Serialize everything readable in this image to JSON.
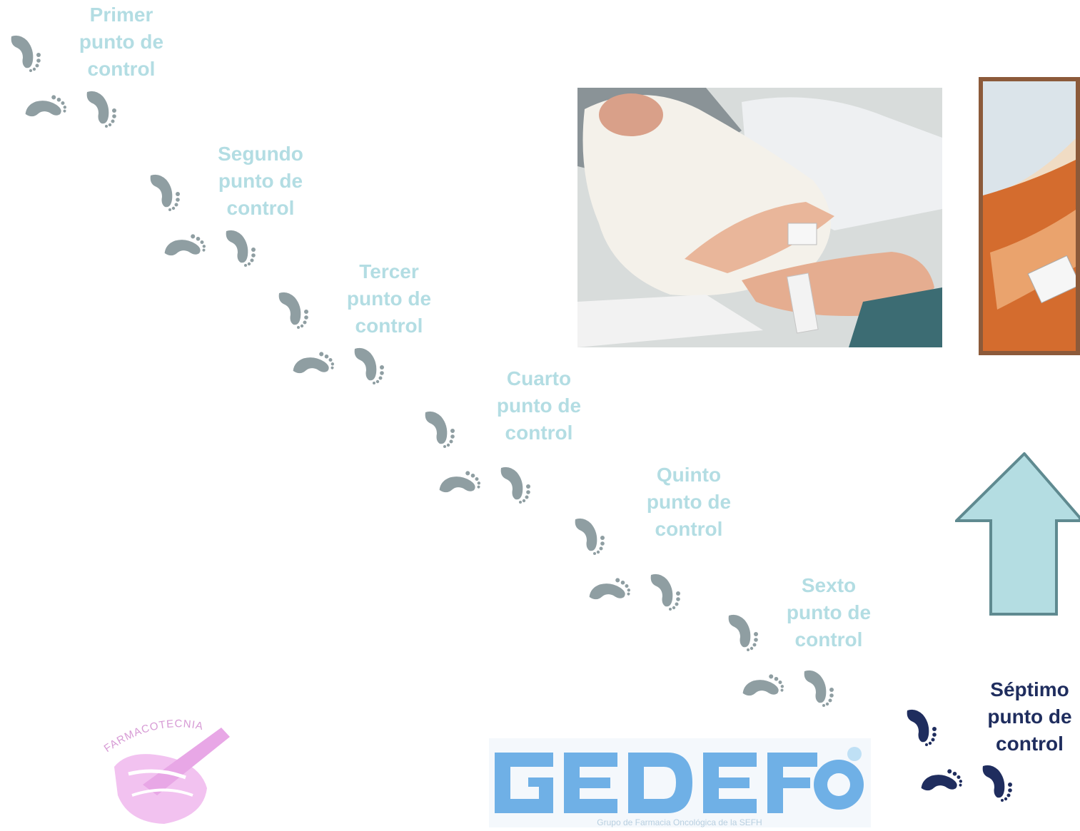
{
  "checkpoints": [
    {
      "id": "primer",
      "lines": [
        "Primer",
        "punto de",
        "control"
      ]
    },
    {
      "id": "segundo",
      "lines": [
        "Segundo",
        "punto de",
        "control"
      ]
    },
    {
      "id": "tercer",
      "lines": [
        "Tercer",
        "punto de",
        "control"
      ]
    },
    {
      "id": "cuarto",
      "lines": [
        "Cuarto",
        "punto de",
        "control"
      ]
    },
    {
      "id": "quinto",
      "lines": [
        "Quinto",
        "punto de",
        "control"
      ]
    },
    {
      "id": "sexto",
      "lines": [
        "Sexto",
        "punto de",
        "control"
      ]
    },
    {
      "id": "septimo",
      "lines": [
        "Séptimo",
        "punto de",
        "control"
      ]
    }
  ],
  "logos": {
    "farmacotecnia": "FARMACOTECNIA",
    "gedefo_caption": "Grupo de Farmacia Oncológica de la SEFH"
  },
  "colors": {
    "label": "#b3dde3",
    "label_current": "#1f2d5e",
    "footprint": "#8f9ea2",
    "footprint_current": "#1f2d5e",
    "arrow_fill": "#b4dde2",
    "arrow_stroke": "#5f8a90",
    "farmacotecnia": "#f0b6ee",
    "gedefo": "#6fb0e6"
  },
  "icons": {
    "footprint": "footprint-icon",
    "arrow": "up-arrow-icon"
  }
}
